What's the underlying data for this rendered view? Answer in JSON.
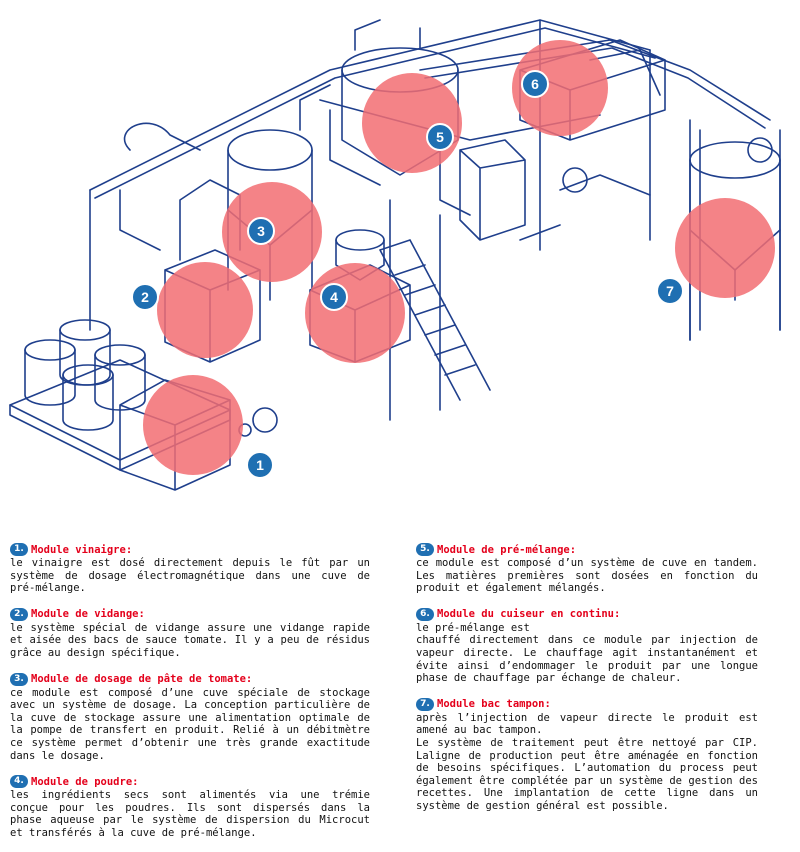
{
  "diagram": {
    "line_color": "#1f3f8c",
    "highlight_color": "#f26d72",
    "marker_color": "#1f6fb2",
    "markers": [
      {
        "label": "1"
      },
      {
        "label": "2"
      },
      {
        "label": "3"
      },
      {
        "label": "4"
      },
      {
        "label": "5"
      },
      {
        "label": "6"
      },
      {
        "label": "7"
      }
    ]
  },
  "sections": [
    {
      "num": "1.",
      "title": "Module vinaigre:",
      "lines": [
        "le vinaigre est dosé directement depuis le fût par un système de dosage électromagnétique dans une cuve de pré-mélange."
      ]
    },
    {
      "num": "2.",
      "title": "Module de vidange:",
      "lines": [
        "le système spécial de vidange assure une vidange rapide et aisée des bacs de sauce tomate. Il y a peu de résidus grâce au design spécifique."
      ]
    },
    {
      "num": "3.",
      "title": "Module de dosage de pâte de tomate:",
      "lines": [
        "ce module est composé d’une cuve spéciale de stockage avec un système de dosage. La conception particulière de la cuve de stockage assure une alimentation optimale de la pompe de transfert en produit. Relié à un débitmètre ce système permet d’obtenir une très grande exactitude dans le dosage."
      ]
    },
    {
      "num": "4.",
      "title": "Module de poudre:",
      "lines": [
        "les ingrédients secs sont alimentés via une trémie conçue pour les poudres. Ils sont dispersés dans la phase aqueuse par le système de dispersion du Microcut et transférés à la cuve de pré-mélange."
      ]
    },
    {
      "num": "5.",
      "title": "Module de pré-mélange:",
      "lines": [
        "ce module est composé d’un système de cuve en tandem. Les matières premières sont dosées en fonction du produit et également mélangés."
      ]
    },
    {
      "num": "6.",
      "title": "Module du cuiseur en continu:",
      "lines": [
        "le pré-mélange est",
        "chauffé directement dans ce module par injection de vapeur directe. Le chauffage agit instantanément et évite ainsi d’endommager le produit par une longue phase de chauffage par échange de chaleur."
      ]
    },
    {
      "num": "7.",
      "title": "Module bac tampon:",
      "lines": [
        "après l’injection de vapeur directe le produit est amené au bac tampon.",
        "Le système de traitement peut être nettoyé par CIP. Laligne de production peut être aménagée en fonction de besoins spécifiques. L’automation du process peut également être complétée par un système de gestion des recettes. Une implantation de cette ligne dans un système de gestion général est possible."
      ]
    }
  ]
}
